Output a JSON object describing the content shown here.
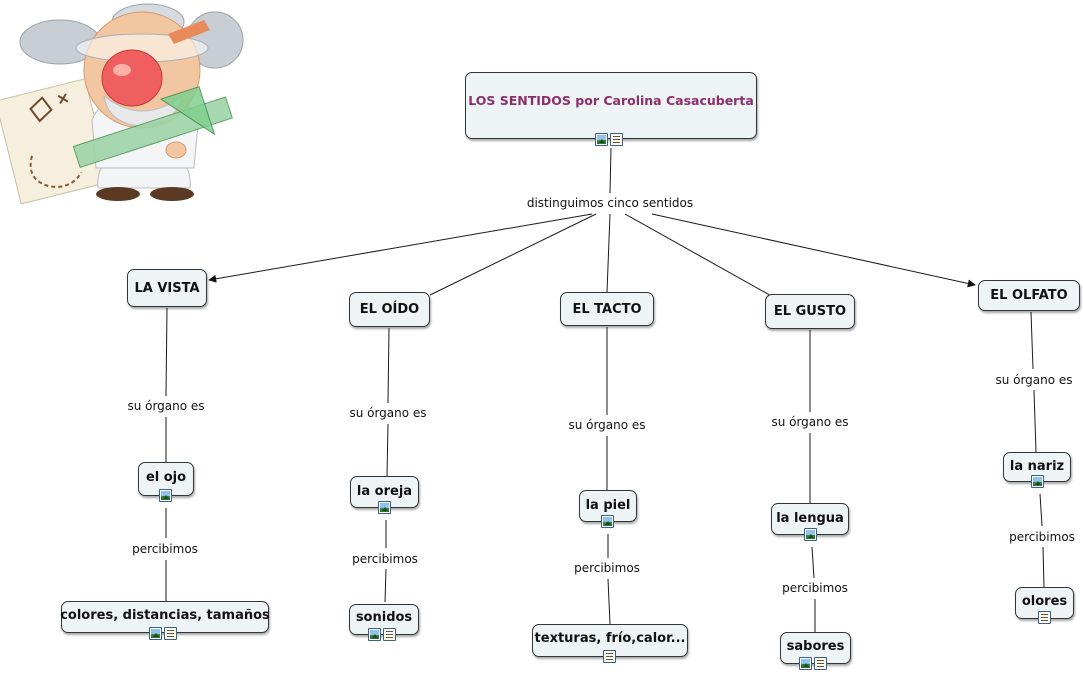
{
  "root": {
    "label": "LOS SENTIDOS por Carolina Casacuberta"
  },
  "root_link": "distinguimos cinco sentidos",
  "senses": [
    {
      "label": "LA VISTA",
      "link1": "su órgano es",
      "organ": "el ojo",
      "link2": "percibimos",
      "perceives": "colores, distancias, tamaños"
    },
    {
      "label": "EL OÍDO",
      "link1": "su órgano es",
      "organ": "la oreja",
      "link2": "percibimos",
      "perceives": "sonidos"
    },
    {
      "label": "EL TACTO",
      "link1": "su órgano es",
      "organ": "la piel",
      "link2": "percibimos",
      "perceives": "texturas, frío,calor..."
    },
    {
      "label": "EL GUSTO",
      "link1": "su órgano es",
      "organ": "la lengua",
      "link2": "percibimos",
      "perceives": "sabores"
    },
    {
      "label": "EL OLFATO",
      "link1": "su órgano es",
      "organ": "la nariz",
      "link2": "percibimos",
      "perceives": "olores"
    }
  ],
  "colors": {
    "node_bg": "#eef3f5",
    "node_border": "#30363a",
    "title_text": "#8b2f6a",
    "line": "#1a1a1a"
  },
  "icons": {
    "image": "image-resource-icon",
    "document": "document-resource-icon"
  }
}
